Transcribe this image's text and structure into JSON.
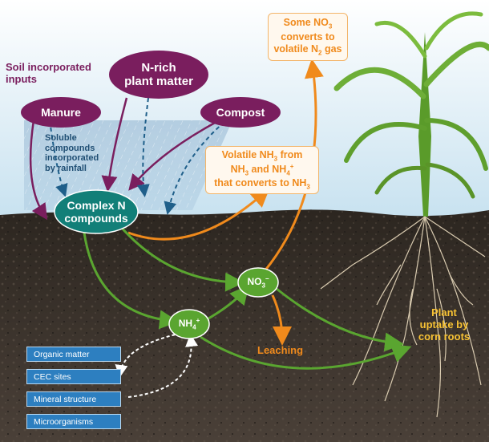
{
  "title_inputs": "Soil incorporated inputs",
  "sources": {
    "manure": "Manure",
    "n_rich_line1": "N-rich",
    "n_rich_line2": "plant matter",
    "compost": "Compost"
  },
  "soluble_note": [
    "Soluble",
    "compounds",
    "incorporated",
    "by rainfall"
  ],
  "complex_n": [
    "Complex N",
    "compounds"
  ],
  "no3_label": "NO3−",
  "nh4_label": "NH4+",
  "some_no3": {
    "line1_a": "Some NO",
    "line1_sub": "3",
    "line2": "converts to",
    "line3_a": "volatile N",
    "line3_sub": "2",
    "line3_b": " gas"
  },
  "volatile_nh3": {
    "line1_a": "Volatile NH",
    "line1_sub": "3",
    "line1_b": " from",
    "line2_a": "NH",
    "line2_sub": "3",
    "line2_b": " and NH",
    "line2_sub2": "4",
    "line2_sup": "+",
    "line3_a": "that converts to NH",
    "line3_sub": "3"
  },
  "leaching": "Leaching",
  "plant_uptake": [
    "Plant",
    "uptake by",
    "corn roots"
  ],
  "soil_components": [
    "Organic matter",
    "CEC sites",
    "Mineral structure",
    "Microorganisms"
  ],
  "colors": {
    "sky": "#d9ecf6",
    "soil": "#3b332c",
    "purple": "#7a1e5e",
    "teal": "#127f78",
    "green": "#5aa530",
    "orange": "#f08a1c",
    "blue_box": "#2d7fc0",
    "yellow": "#f7c234"
  }
}
